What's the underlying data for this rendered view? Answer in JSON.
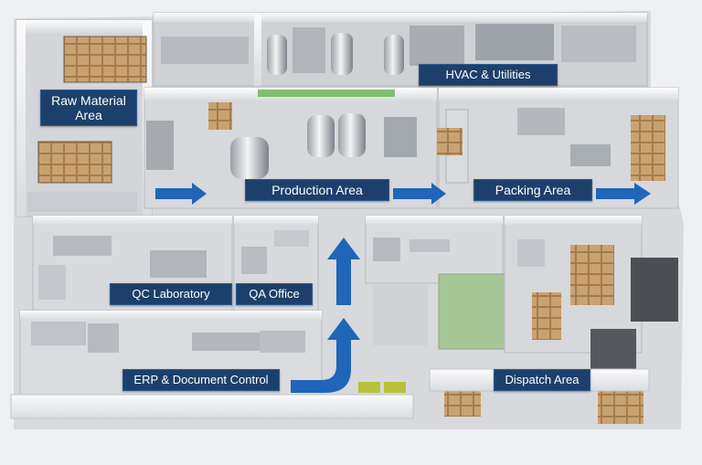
{
  "areas": {
    "raw_material": "Raw Material Area",
    "hvac": "HVAC & Utilities",
    "production": "Production Area",
    "packing": "Packing Area",
    "qc_lab": "QC Laboratory",
    "qa_office": "QA Office",
    "erp": "ERP & Document Control",
    "dispatch": "Dispatch Area"
  },
  "colors": {
    "label_bg": "#1d3f6b",
    "flow_arrow": "#1f66b8",
    "floor": "#dadcdf",
    "wall": "#f4f5f6",
    "green_floor": "#9dc08e"
  }
}
